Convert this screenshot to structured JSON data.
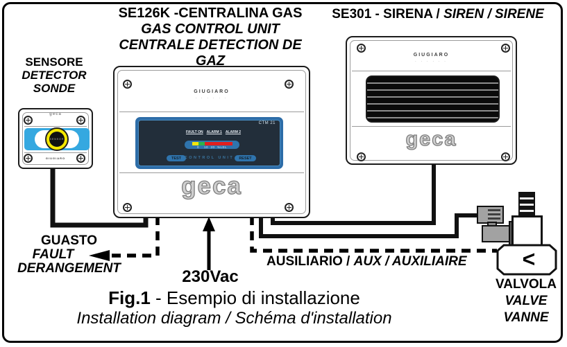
{
  "diagram": {
    "titles": {
      "unit_l1": "SE126K -CENTRALINA GAS",
      "unit_l2": "GAS CONTROL UNIT",
      "unit_l3": "CENTRALE DETECTION DE GAZ",
      "siren_main": "SE301 - SIRENA / ",
      "siren_italic": "SIREN / SIRENE"
    },
    "sensor": {
      "l1": "SENSORE",
      "l2": "DETECTOR",
      "l3": "SONDE",
      "brand": "geca",
      "lens_text": "SENSOR",
      "brand_small": "GIUGIARO"
    },
    "control_unit": {
      "brand": "GIUGIARO",
      "brand_dots": "· · · · · ·",
      "model": "CTM 21",
      "led_labels": [
        "FAULT ON",
        "ALARM 1",
        "ALARM 2"
      ],
      "scale_text": "0    10  20  %LEL",
      "btn_test": "TEST",
      "panel_caption": "CONTROL UNIT",
      "btn_reset": "RESET",
      "logo": "geca"
    },
    "siren": {
      "brand": "GIUGIARO",
      "brand_dots": "· · · · · ·",
      "logo": "geca"
    },
    "wiring": {
      "fault_l1": "GUASTO",
      "fault_l2": "FAULT",
      "fault_l3": "DERANGEMENT",
      "power": "230Vac",
      "aux_main": "AUSILIARIO / ",
      "aux_italic": "AUX / AUXILIAIRE"
    },
    "valve": {
      "symbol": "<",
      "l1": "VALVOLA",
      "l2": "VALVE",
      "l3": "VANNE"
    },
    "caption": {
      "fig": "Fig.1",
      "rest": " - Esempio di installazione",
      "line2": "Installation diagram / Schéma d'installation"
    },
    "icons": {
      "screw_icon": "⊕",
      "arrow_left_icon": "◀",
      "arrow_up_icon": "▲"
    },
    "colors": {
      "panel_frame": "#2d6da8",
      "panel_bg": "#222e3a",
      "bar_yellow": "#f2e50b",
      "bar_green": "#2db34a",
      "bar_red": "#e01f1f",
      "sensor_blue": "#35a8e0",
      "sensor_yellow": "#f5e800",
      "wire": "#111111"
    }
  }
}
